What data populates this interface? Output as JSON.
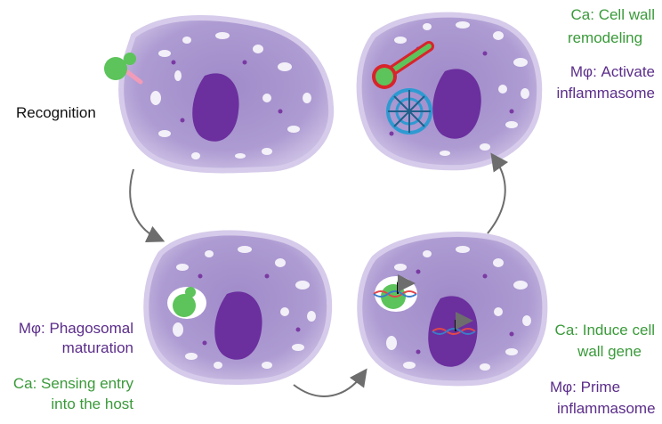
{
  "colors": {
    "cell_fill": "#b8a7d6",
    "cell_rim": "#cdbfe6",
    "nucleus": "#6b2f9e",
    "vesicle": "#ffffff",
    "granule": "#7a3aa3",
    "candida": "#5cc45a",
    "hypha_outline": "#d9242b",
    "inflammasome": "#2f9ad2",
    "receptor": "#f29bb8",
    "arrow": "#6d6d6d",
    "dna_red": "#e2474a",
    "dna_blue": "#3a7cc8",
    "ca_text": "#3a9a3a",
    "mphi_text": "#5b2d8a"
  },
  "labels": {
    "recognition": "Recognition",
    "step2_mphi_line1": "Mφ: Phagosomal",
    "step2_mphi_line2": "maturation",
    "step2_ca_line1": "Ca: Sensing entry",
    "step2_ca_line2": "into the host",
    "step3_ca_line1": "Ca: Induce cell",
    "step3_ca_line2": "wall gene",
    "step3_mphi_line1": "Mφ: Prime",
    "step3_mphi_line2": "inflammasome",
    "step4_ca_line1": "Ca: Cell wall",
    "step4_ca_line2": "remodeling",
    "step4_mphi_line1": "Mφ: Activate",
    "step4_mphi_line2": "inflammasome"
  }
}
